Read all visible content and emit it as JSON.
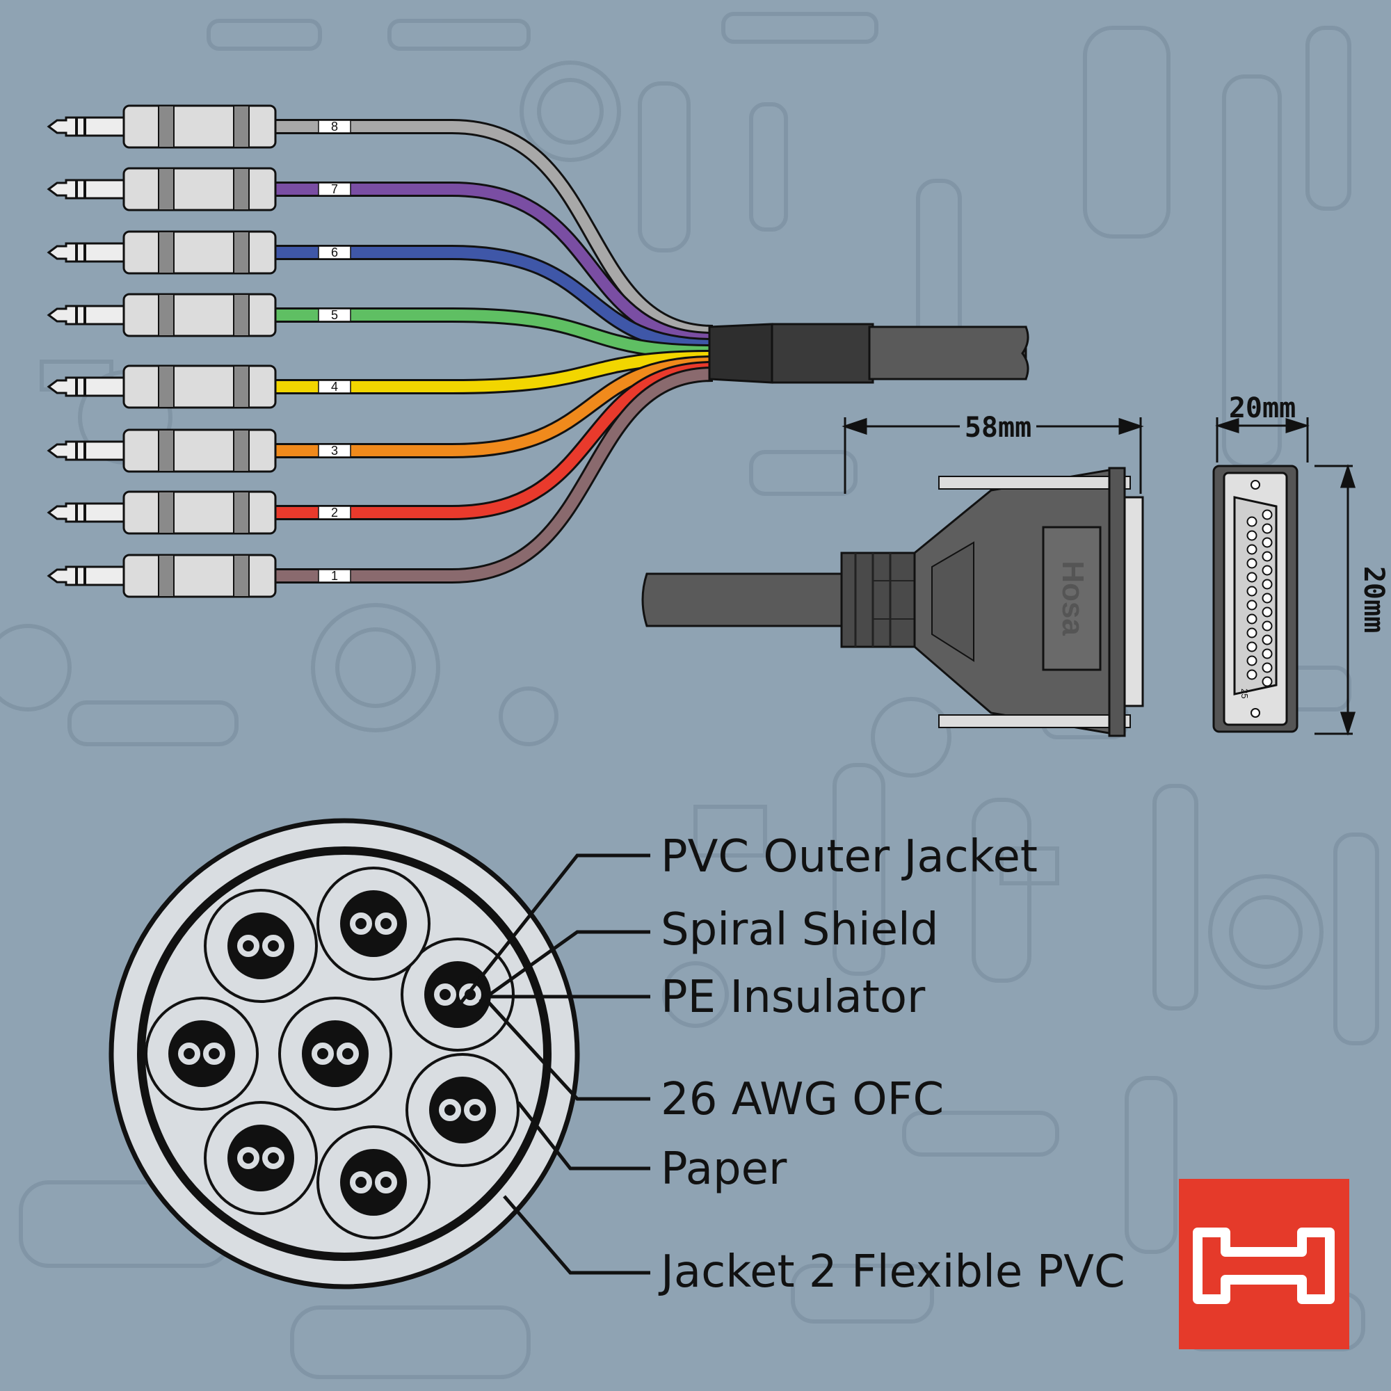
{
  "colors": {
    "background": "#8fa3b3",
    "pattern": "#7f93a3",
    "cable_dark": "#3a3a3a",
    "connector_body": "#5e5e5e",
    "logo_red": "#e53a2a",
    "cross_section_fill": "#d9dde1"
  },
  "channels": [
    {
      "label": "8",
      "color": "#a8a8a8"
    },
    {
      "label": "7",
      "color": "#7a4ea3"
    },
    {
      "label": "6",
      "color": "#3f57a8"
    },
    {
      "label": "5",
      "color": "#5fbf63"
    },
    {
      "label": "4",
      "color": "#f2d600"
    },
    {
      "label": "3",
      "color": "#f08a1c"
    },
    {
      "label": "2",
      "color": "#e93a2c"
    },
    {
      "label": "1",
      "color": "#8a6a6e"
    }
  ],
  "dimensions": {
    "length_label": "58mm",
    "width_label": "20mm",
    "height_label": "20mm"
  },
  "connector": {
    "brand_text": "Hosa",
    "pin_label": "25"
  },
  "callouts": [
    {
      "text": "PVC Outer Jacket"
    },
    {
      "text": "Spiral Shield"
    },
    {
      "text": "PE Insulator"
    },
    {
      "text": "26 AWG OFC"
    },
    {
      "text": "Paper"
    },
    {
      "text": "Jacket 2 Flexible PVC"
    }
  ],
  "logo": {
    "name": "hosa-logo"
  }
}
